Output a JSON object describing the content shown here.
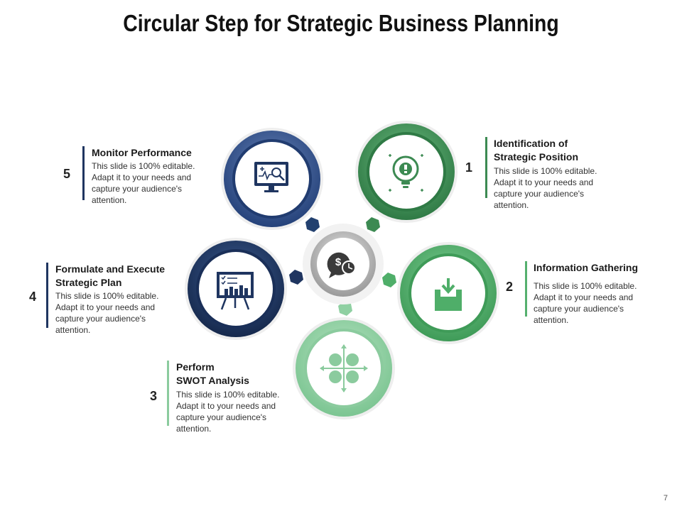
{
  "title": "Circular Step for Strategic Business Planning",
  "page_number": "7",
  "colors": {
    "dark_green": "#3c8a52",
    "mid_green": "#55b06e",
    "light_green": "#7dc793",
    "dark_blue": "#2e4f85",
    "navy": "#1f3560",
    "center_gray": "#b7b7b7"
  },
  "steps": [
    {
      "number": "1",
      "heading_line1": "Identification of",
      "heading_line2": "Strategic Position",
      "description": "This slide is 100% editable. Adapt it to your needs and capture your audience's attention.",
      "icon": "lightbulb-gear-icon"
    },
    {
      "number": "2",
      "heading_line1": "Information Gathering",
      "heading_line2": "",
      "description": "This slide is 100% editable. Adapt it to your needs and capture your audience's attention.",
      "icon": "download-tray-icon"
    },
    {
      "number": "3",
      "heading_line1": "Perform",
      "heading_line2": "SWOT Analysis",
      "description": "This slide is 100% editable. Adapt it to your needs and capture your audience's attention.",
      "icon": "swot-quadrant-icon"
    },
    {
      "number": "4",
      "heading_line1": "Formulate and Execute",
      "heading_line2": "Strategic Plan",
      "description": "This slide is 100% editable. Adapt it to your needs and capture your audience's attention.",
      "icon": "presentation-board-icon"
    },
    {
      "number": "5",
      "heading_line1": "Monitor Performance",
      "heading_line2": "",
      "description": "This slide is 100% editable. Adapt it to your needs and capture your audience's attention.",
      "icon": "monitor-analytics-icon"
    }
  ],
  "center_icon": "dollar-clock-icon"
}
